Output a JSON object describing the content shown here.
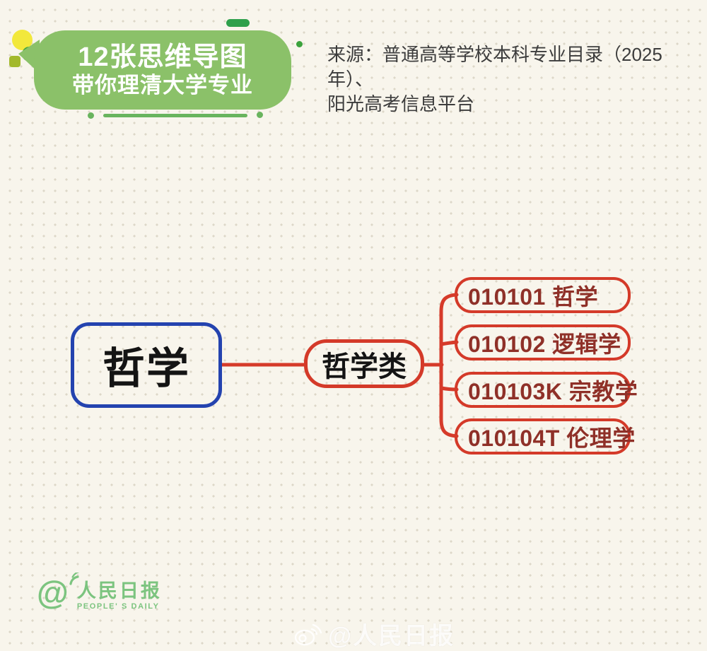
{
  "header": {
    "title_line1": "12张思维导图",
    "title_line2": "带你理清大学专业",
    "bubble_color": "#8bc169",
    "accent_colors": {
      "yellow_circle": "#f2e83b",
      "green_circle": "#3ba23c",
      "olive_square": "#a3b92c",
      "dark_green_pill": "#2ea04b",
      "underline_green": "#69b45e"
    }
  },
  "source": {
    "line1": "来源：普通高等学校本科专业目录（2025年）、",
    "line2": "阳光高考信息平台",
    "text_color": "#3c3c3c"
  },
  "mindmap": {
    "root": {
      "label": "哲学",
      "border_color": "#2443af",
      "text_color": "#141414"
    },
    "category": {
      "label": "哲学类",
      "border_color": "#d43a29",
      "text_color": "#141414"
    },
    "majors": [
      {
        "code": "010101",
        "name": "哲学",
        "label": "010101 哲学"
      },
      {
        "code": "010102",
        "name": "逻辑学",
        "label": "010102 逻辑学"
      },
      {
        "code": "010103K",
        "name": "宗教学",
        "label": "010103K 宗教学"
      },
      {
        "code": "010104T",
        "name": "伦理学",
        "label": "010104T 伦理学"
      }
    ],
    "major_border_color": "#d43a29",
    "major_text_color": "#8f3028",
    "connector_color": "#d63b2a"
  },
  "footer": {
    "logo_at": "@",
    "logo_cn": "人民日报",
    "logo_en": "PEOPLE' S DAILY",
    "logo_color": "#7cc47f",
    "watermark_text": "@人民日报"
  },
  "page": {
    "background_color": "#f8f5ec",
    "dot_color": "#ddd7c8"
  }
}
